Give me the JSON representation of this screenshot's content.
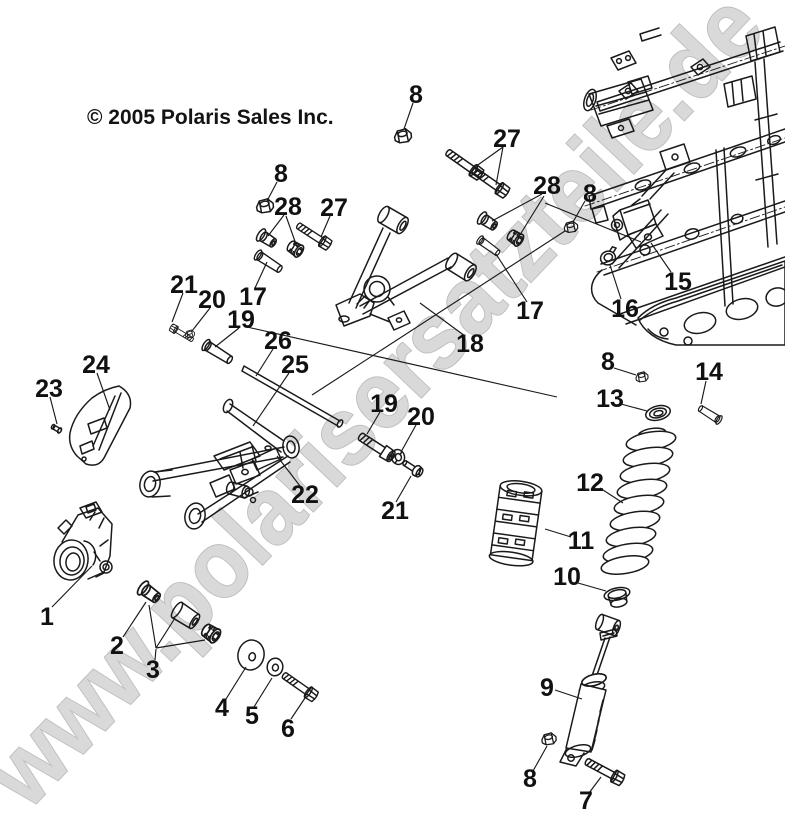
{
  "page": {
    "background": "#ffffff"
  },
  "copyright": "© 2005 Polaris Sales Inc.",
  "watermark": {
    "text": "www.polarisersatzteile.de",
    "color": "#d9d9d9"
  },
  "colors": {
    "line": "#1a1a1a",
    "label": "#111111",
    "watermark_stroke": "#bfbfbf"
  },
  "callouts": {
    "p1": "1",
    "p2": "2",
    "p3": "3",
    "p4": "4",
    "p5": "5",
    "p6": "6",
    "p7": "7",
    "p8": "8",
    "p9": "9",
    "p10": "10",
    "p11": "11",
    "p12": "12",
    "p13": "13",
    "p14": "14",
    "p15": "15",
    "p16": "16",
    "p17": "17",
    "p18": "18",
    "p19": "19",
    "p20": "20",
    "p21": "21",
    "p22": "22",
    "p23": "23",
    "p24": "24",
    "p25": "25",
    "p26": "26",
    "p27": "27",
    "p28": "28"
  }
}
